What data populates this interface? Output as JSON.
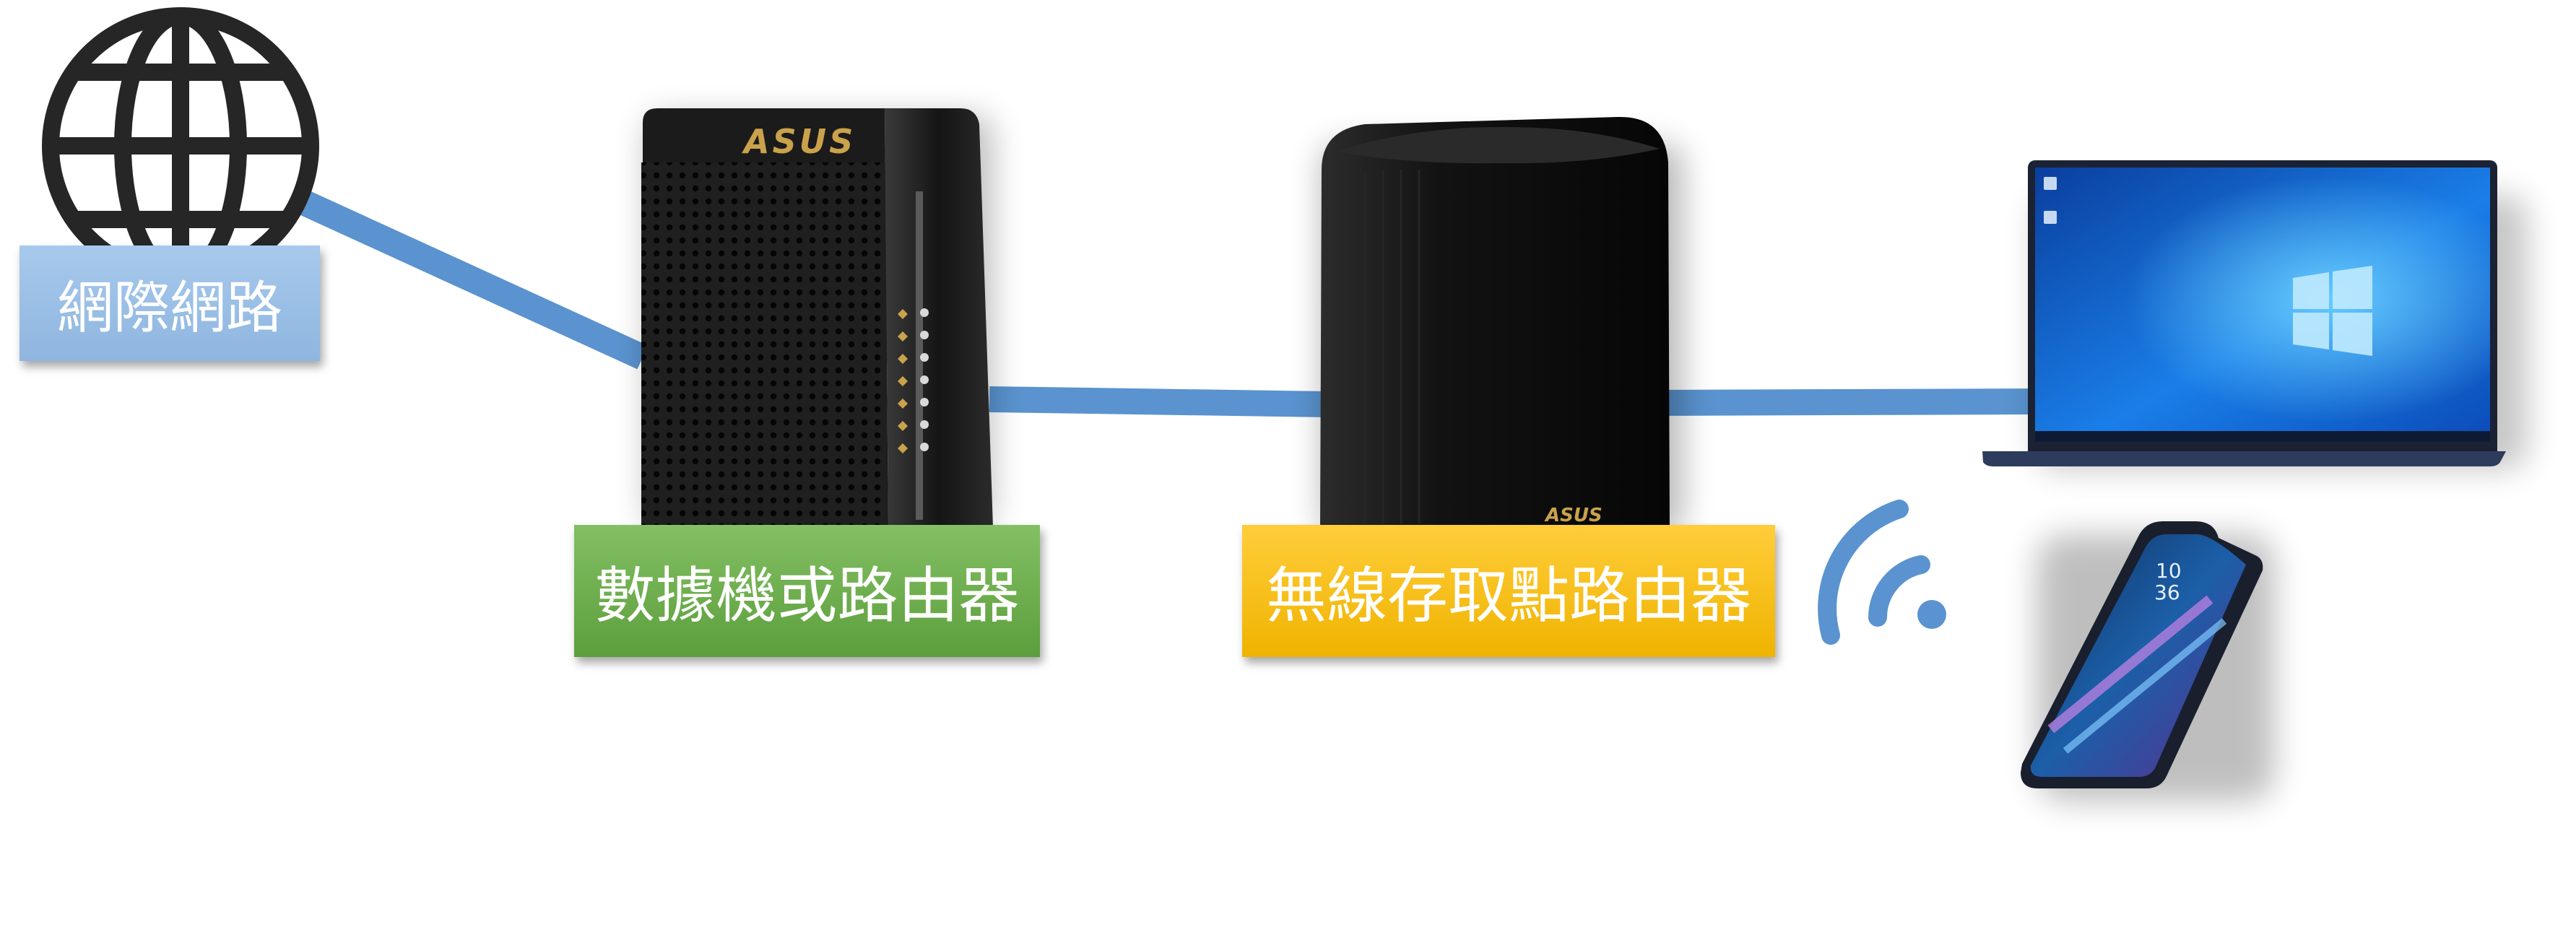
{
  "labels": {
    "internet": "網際網路",
    "modem_router": "數據機或路由器",
    "access_point": "無線存取點路由器"
  },
  "devices": {
    "modem_brand": "ASUS",
    "ap_brand": "ASUS"
  },
  "phone_screen": {
    "time": "10\n36"
  },
  "colors": {
    "connection_line": "#5a93cf",
    "internet_label_bg": "#9dc3e6",
    "modem_label_bg": "#70ad47",
    "ap_label_bg": "#ffc000",
    "wifi_icon": "#5a93cf"
  },
  "icons": [
    "globe-icon",
    "wifi-signal-icon",
    "windows-logo-icon"
  ]
}
